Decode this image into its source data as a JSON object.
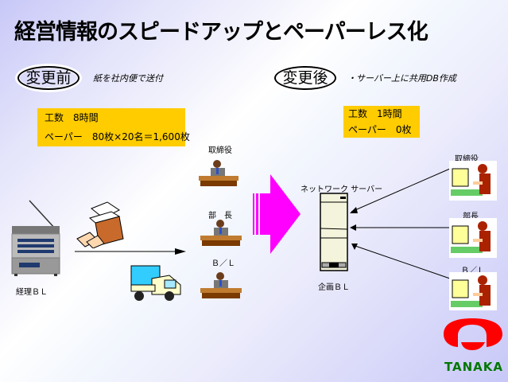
{
  "title": "経営情報のスピードアップとペーパーレス化",
  "before": {
    "badge": "変更前",
    "note": "紙を社内便で送付",
    "stats": [
      "工数　8時間",
      "ペーパー　80枚×20名＝1,600枚"
    ],
    "source_label": "経理ＢＬ",
    "recipients": [
      "取締役",
      "部　長",
      "Ｂ／Ｌ"
    ]
  },
  "after": {
    "badge": "変更後",
    "note": "・サーバー上に共用DB作成",
    "stats": [
      "工数　1時間",
      "ペーパー　0枚"
    ],
    "server_title": "ネットワーク サーバー",
    "server_label": "企画ＢＬ",
    "clients": [
      "取締役",
      "部長",
      "Ｂ／Ｌ"
    ]
  },
  "logo": {
    "text": "TANAKA",
    "red": "#ff0000",
    "green": "#007700"
  },
  "colors": {
    "highlight": "#ffcc00",
    "arrow": "#ff00ff",
    "desk": "#7a3a00"
  }
}
